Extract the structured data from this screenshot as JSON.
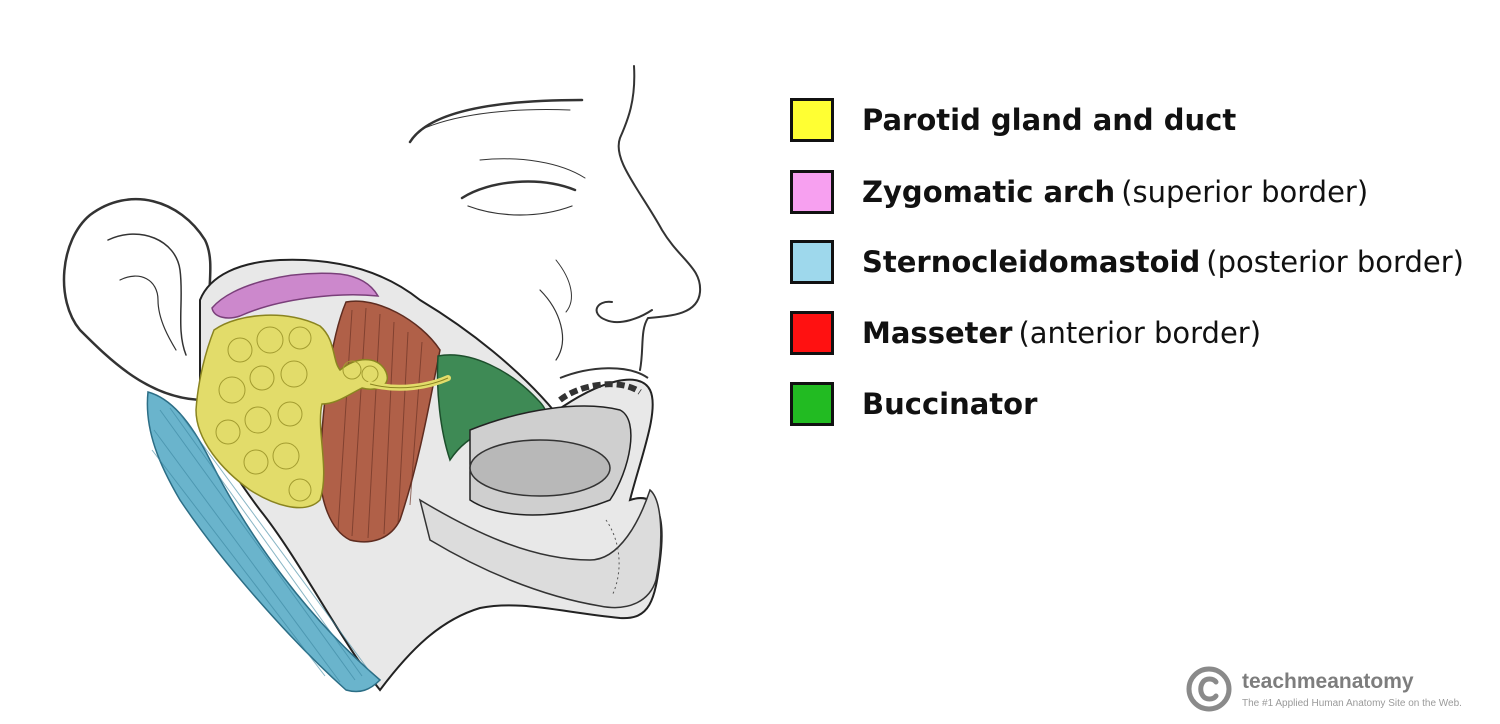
{
  "legend": [
    {
      "bold": "Parotid gland and duct",
      "note": "",
      "color": "#ffff33"
    },
    {
      "bold": "Zygomatic arch",
      "note": "(superior border)",
      "color": "#f7a0f0"
    },
    {
      "bold": "Sternocleidomastoid",
      "note": "(posterior border)",
      "color": "#9ed8ec"
    },
    {
      "bold": "Masseter",
      "note": "(anterior border)",
      "color": "#ff1111"
    },
    {
      "bold": "Buccinator",
      "note": "",
      "color": "#22bb22"
    }
  ],
  "brand": {
    "name": "teachmeanatomy",
    "tagline": "The #1 Applied Human Anatomy Site on the Web.",
    "logo_icon": "copyright-icon"
  },
  "illustration": {
    "colors": {
      "parotid": "#e2dc6a",
      "zygomatic": "#cc88cc",
      "sternocleidomastoid": "#6ab4cc",
      "masseter": "#b06048",
      "buccinator": "#3e8a55"
    }
  }
}
